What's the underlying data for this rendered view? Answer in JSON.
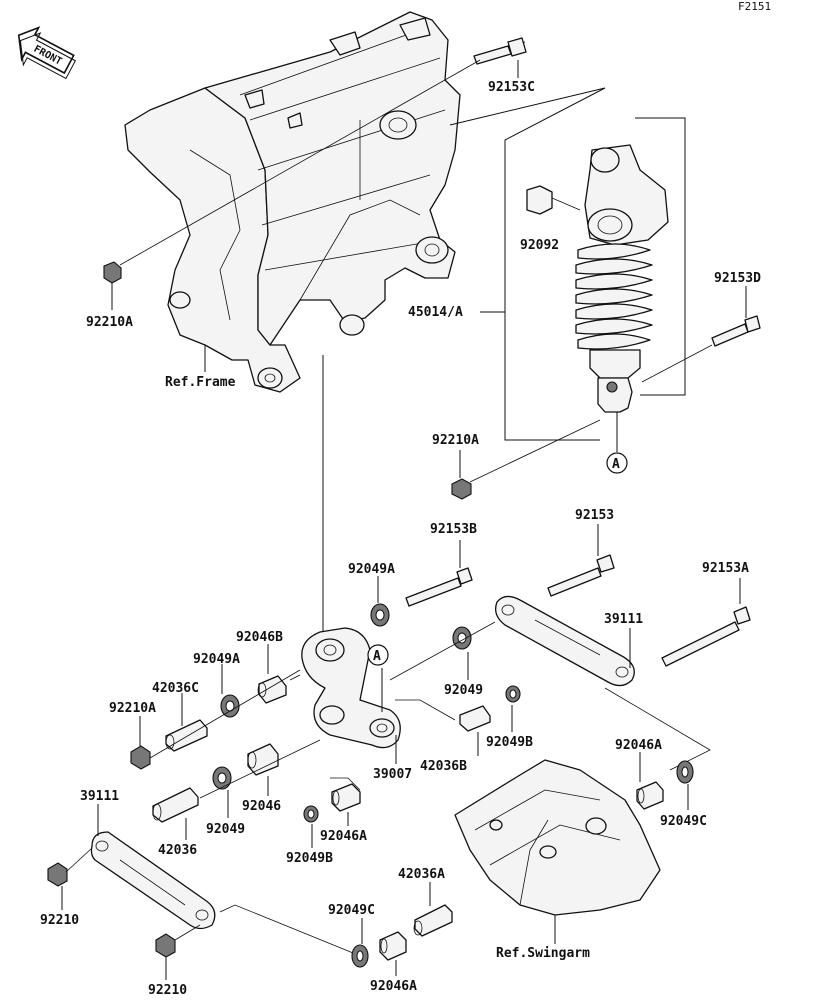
{
  "diagram_code": "F2151",
  "front_label": "FRONT",
  "circle_marker": "A",
  "labels": {
    "p92153C": "92153C",
    "p92092": "92092",
    "p92153D": "92153D",
    "p45014A": "45014/A",
    "p92210A_top": "92210A",
    "ref_frame": "Ref.Frame",
    "p92210A_mid": "92210A",
    "p92153B": "92153B",
    "p92153": "92153",
    "p92153A": "92153A",
    "p92049A_1": "92049A",
    "p92046B": "92046B",
    "p92049A_2": "92049A",
    "p39111_right": "39111",
    "p42036C": "42036C",
    "p92210A_left": "92210A",
    "p92049": "92049",
    "p92049B_right": "92049B",
    "p39007": "39007",
    "p42036B": "42036B",
    "p92046A_right": "92046A",
    "p39111_left": "39111",
    "p92046": "92046",
    "p92049_left": "92049",
    "p92049C_right": "92049C",
    "p42036": "42036",
    "p92046A_mid": "92046A",
    "p92049B_left": "92049B",
    "p42036A": "42036A",
    "p92210": "92210",
    "p92049C_low": "92049C",
    "ref_swingarm": "Ref.Swingarm",
    "p92210_low": "92210",
    "p92046A_low": "92046A"
  }
}
